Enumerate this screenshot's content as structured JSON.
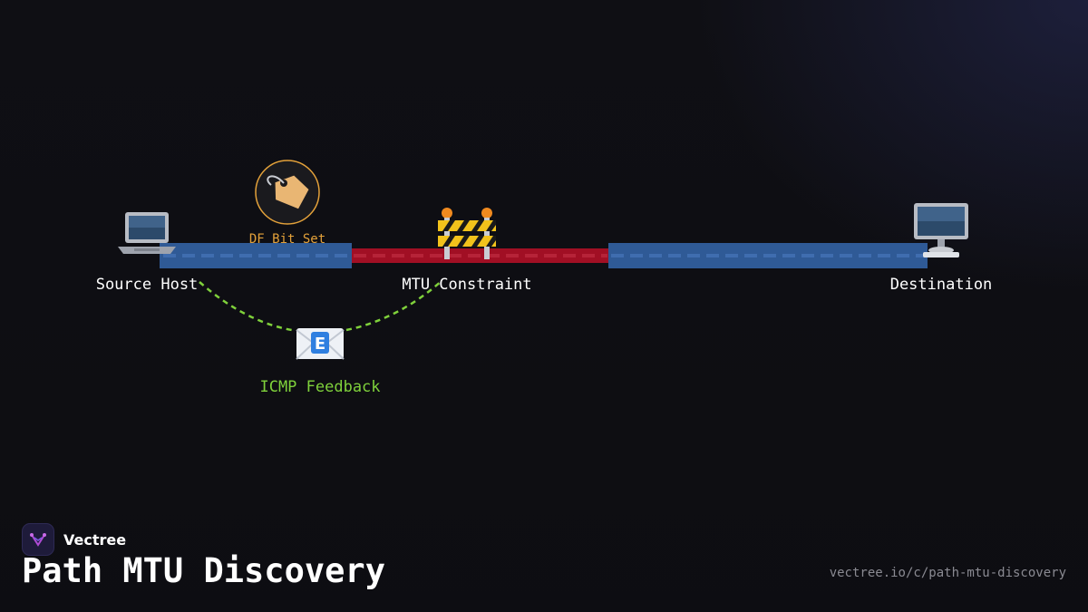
{
  "brand": {
    "name": "Vectree"
  },
  "title": "Path MTU Discovery",
  "footer": {
    "url": "vectree.io/c/path-mtu-discovery"
  },
  "nodes": {
    "source": {
      "label": "Source Host",
      "icon": "laptop-icon"
    },
    "mtu": {
      "label": "MTU Constraint",
      "icon": "construction-barrier-icon"
    },
    "destination": {
      "label": "Destination",
      "icon": "desktop-computer-icon"
    },
    "df_flag": {
      "label": "DF Bit Set",
      "icon": "tag-icon"
    },
    "icmp": {
      "label": "ICMP Feedback",
      "icon": "envelope-icon"
    }
  },
  "colors": {
    "link_segment": "#2f5a96",
    "constrained_segment": "#a10f24",
    "feedback_path": "#7fd13b",
    "df_accent": "#e3a13a"
  }
}
